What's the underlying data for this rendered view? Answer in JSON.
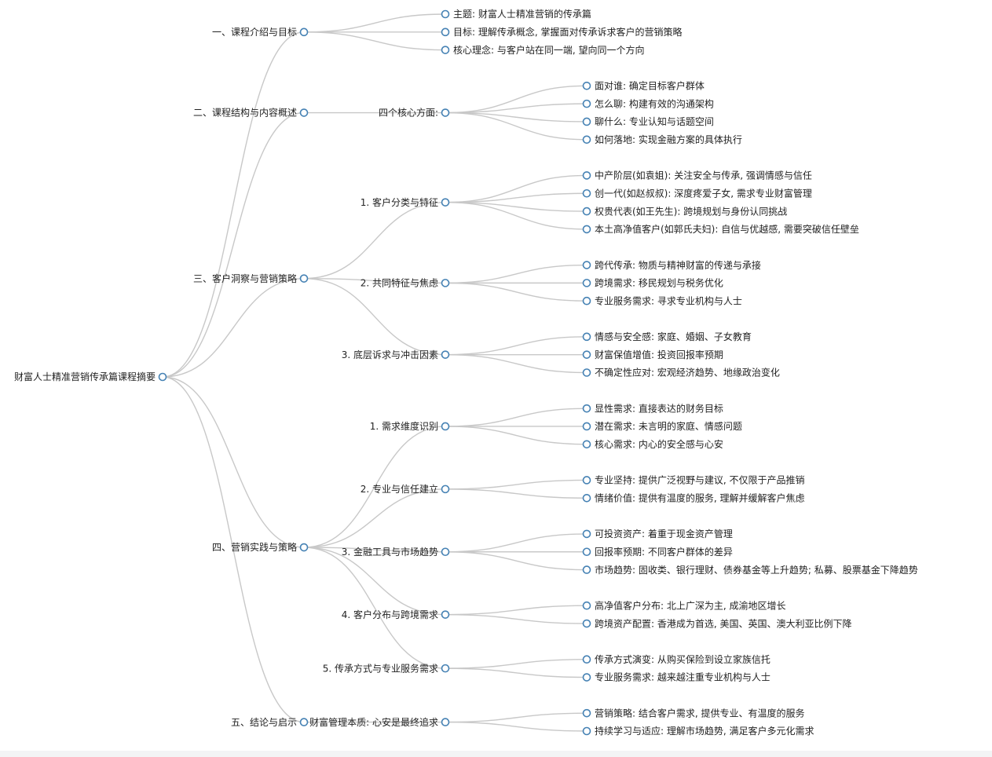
{
  "colors": {
    "link": "#c8c8c8",
    "node_stroke": "#4682b4",
    "node_fill": "#ffffff",
    "text": "#222222"
  },
  "tree": {
    "label": "财富人士精准营销传承篇课程摘要",
    "children": [
      {
        "label": "一、课程介绍与目标",
        "children": [
          {
            "label": "主题: 财富人士精准营销的传承篇"
          },
          {
            "label": "目标: 理解传承概念, 掌握面对传承诉求客户的营销策略"
          },
          {
            "label": "核心理念: 与客户站在同一端, 望向同一个方向"
          }
        ]
      },
      {
        "label": "二、课程结构与内容概述",
        "children": [
          {
            "label": "四个核心方面:",
            "children": [
              {
                "label": "面对谁: 确定目标客户群体"
              },
              {
                "label": "怎么聊: 构建有效的沟通架构"
              },
              {
                "label": "聊什么: 专业认知与话题空间"
              },
              {
                "label": "如何落地: 实现金融方案的具体执行"
              }
            ]
          }
        ]
      },
      {
        "label": "三、客户洞察与营销策略",
        "children": [
          {
            "label": "1. 客户分类与特征",
            "children": [
              {
                "label": "中产阶层(如袁姐): 关注安全与传承, 强调情感与信任"
              },
              {
                "label": "创一代(如赵叔叔): 深度疼爱子女, 需求专业财富管理"
              },
              {
                "label": "权贵代表(如王先生): 跨境规划与身份认同挑战"
              },
              {
                "label": "本土高净值客户(如郭氏夫妇): 自信与优越感, 需要突破信任壁垒"
              }
            ]
          },
          {
            "label": "2. 共同特征与焦虑",
            "children": [
              {
                "label": "跨代传承: 物质与精神财富的传递与承接"
              },
              {
                "label": "跨境需求: 移民规划与税务优化"
              },
              {
                "label": "专业服务需求: 寻求专业机构与人士"
              }
            ]
          },
          {
            "label": "3. 底层诉求与冲击因素",
            "children": [
              {
                "label": "情感与安全感: 家庭、婚姻、子女教育"
              },
              {
                "label": "财富保值增值: 投资回报率预期"
              },
              {
                "label": "不确定性应对: 宏观经济趋势、地缘政治变化"
              }
            ]
          }
        ]
      },
      {
        "label": "四、营销实践与策略",
        "children": [
          {
            "label": "1. 需求维度识别",
            "children": [
              {
                "label": "显性需求: 直接表达的财务目标"
              },
              {
                "label": "潜在需求: 未言明的家庭、情感问题"
              },
              {
                "label": "核心需求: 内心的安全感与心安"
              }
            ]
          },
          {
            "label": "2. 专业与信任建立",
            "children": [
              {
                "label": "专业坚持: 提供广泛视野与建议, 不仅限于产品推销"
              },
              {
                "label": "情绪价值: 提供有温度的服务, 理解并缓解客户焦虑"
              }
            ]
          },
          {
            "label": "3. 金融工具与市场趋势",
            "children": [
              {
                "label": "可投资资产: 着重于现金资产管理"
              },
              {
                "label": "回报率预期: 不同客户群体的差异"
              },
              {
                "label": "市场趋势: 固收类、银行理财、债券基金等上升趋势; 私募、股票基金下降趋势"
              }
            ]
          },
          {
            "label": "4. 客户分布与跨境需求",
            "children": [
              {
                "label": "高净值客户分布: 北上广深为主, 成渝地区增长"
              },
              {
                "label": "跨境资产配置: 香港成为首选, 美国、英国、澳大利亚比例下降"
              }
            ]
          },
          {
            "label": "5. 传承方式与专业服务需求",
            "children": [
              {
                "label": "传承方式演变: 从购买保险到设立家族信托"
              },
              {
                "label": "专业服务需求: 越来越注重专业机构与人士"
              }
            ]
          }
        ]
      },
      {
        "label": "五、结论与启示",
        "children": [
          {
            "label": "财富管理本质: 心安是最终追求",
            "children": [
              {
                "label": "营销策略: 结合客户需求, 提供专业、有温度的服务"
              },
              {
                "label": "持续学习与适应: 理解市场趋势, 满足客户多元化需求"
              }
            ]
          }
        ]
      }
    ]
  }
}
